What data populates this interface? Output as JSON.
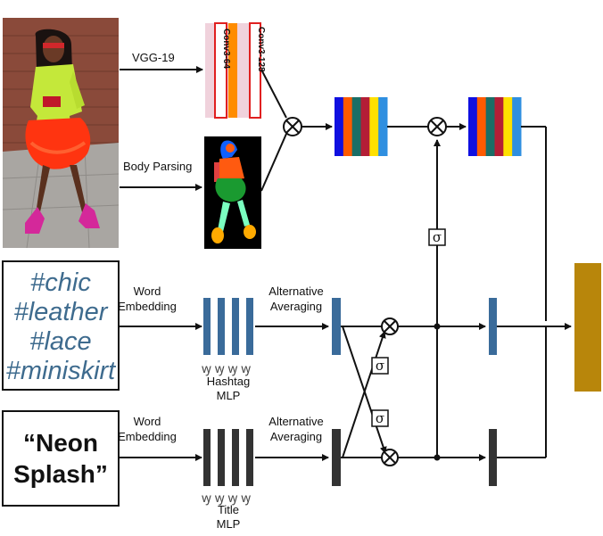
{
  "image_branch": {
    "vgg_label": "VGG-19",
    "parsing_label": "Body Parsing",
    "conv_labels": [
      "Conv3-64",
      "Conv3-128"
    ]
  },
  "hashtag_branch": {
    "hashtags": [
      "#chic",
      "#leather",
      "#lace",
      "#miniskirt"
    ],
    "embedding_label": [
      "Word",
      "Embedding"
    ],
    "mlp_label": [
      "Hashtag",
      "MLP"
    ],
    "averaging_label": [
      "Alternative",
      "Averaging"
    ]
  },
  "title_branch": {
    "title_lines": [
      "“Neon",
      "Splash”"
    ],
    "embedding_label": [
      "Word",
      "Embedding"
    ],
    "mlp_label": [
      "Title",
      "MLP"
    ],
    "averaging_label": [
      "Alternative",
      "Averaging"
    ]
  },
  "ops": {
    "sigma": "σ",
    "multiply": "⊗"
  },
  "colors": {
    "hashtag_blue": "#3e6b8e",
    "feature_blue": "#3a6b9a",
    "feature_dark": "#333333",
    "output_gold": "#b8860b",
    "stripes": [
      "#1010e0",
      "#ff5a00",
      "#1a6e66",
      "#b41e36",
      "#ffe000",
      "#2f8fe0"
    ],
    "conv_pink": "#f0d2dc",
    "conv_orange": "#ff8c00"
  }
}
